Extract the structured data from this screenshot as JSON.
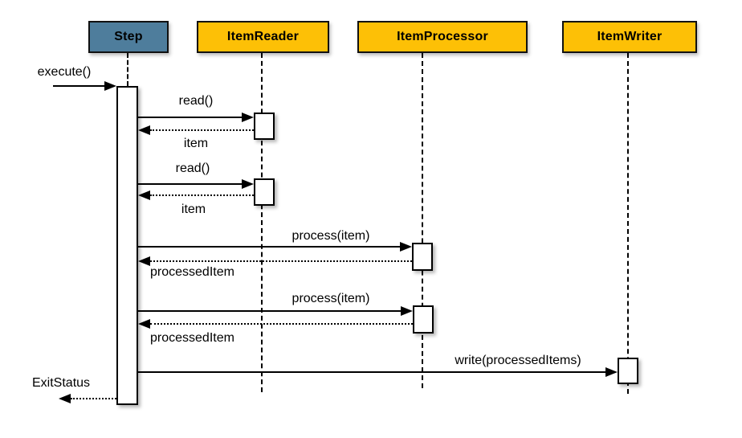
{
  "diagram": {
    "type": "uml-sequence-diagram",
    "subject": "Spring Batch chunk-oriented step processing",
    "colors": {
      "step_fill": "#4E7D9C",
      "item_fill": "#FDC006",
      "border": "#111111",
      "line": "#000000",
      "background": "#FFFFFF"
    },
    "participants": [
      {
        "name": "Step"
      },
      {
        "name": "ItemReader"
      },
      {
        "name": "ItemProcessor"
      },
      {
        "name": "ItemWriter"
      }
    ],
    "messages": [
      {
        "label": "execute()",
        "from": "caller",
        "to": "Step",
        "style": "solid"
      },
      {
        "label": "read()",
        "from": "Step",
        "to": "ItemReader",
        "style": "solid"
      },
      {
        "label": "item",
        "from": "ItemReader",
        "to": "Step",
        "style": "dotted"
      },
      {
        "label": "read()",
        "from": "Step",
        "to": "ItemReader",
        "style": "solid"
      },
      {
        "label": "item",
        "from": "ItemReader",
        "to": "Step",
        "style": "dotted"
      },
      {
        "label": "process(item)",
        "from": "Step",
        "to": "ItemProcessor",
        "style": "solid"
      },
      {
        "label": "processedItem",
        "from": "ItemProcessor",
        "to": "Step",
        "style": "dotted"
      },
      {
        "label": "process(item)",
        "from": "Step",
        "to": "ItemProcessor",
        "style": "solid"
      },
      {
        "label": "processedItem",
        "from": "ItemProcessor",
        "to": "Step",
        "style": "dotted"
      },
      {
        "label": "write(processedItems)",
        "from": "Step",
        "to": "ItemWriter",
        "style": "solid"
      },
      {
        "label": "ExitStatus",
        "from": "Step",
        "to": "caller",
        "style": "dotted"
      }
    ]
  }
}
